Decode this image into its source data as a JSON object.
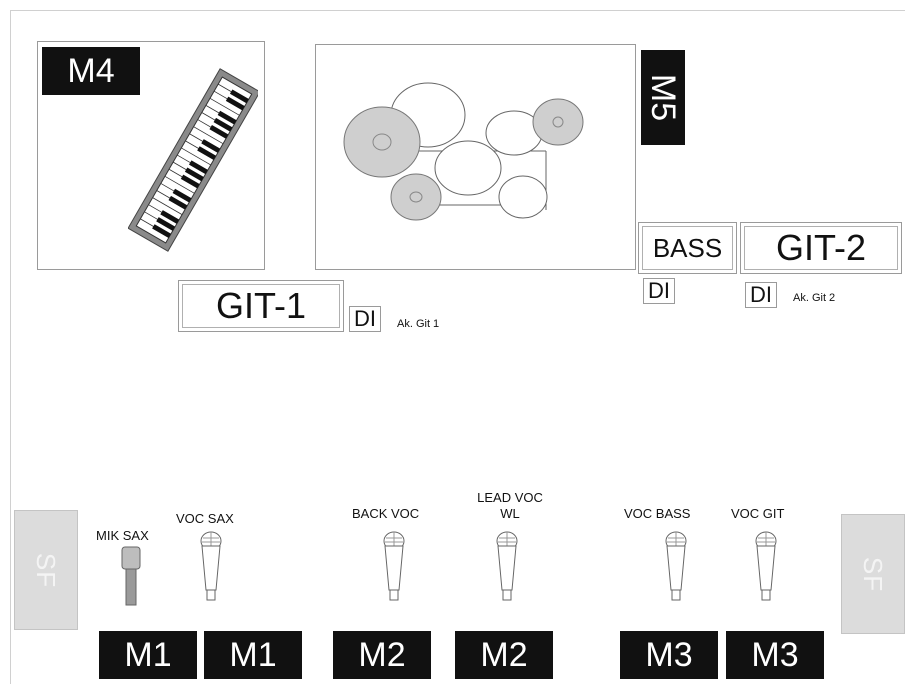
{
  "monitors": {
    "m4": "M4",
    "m5": "M5",
    "m1_left": "M1",
    "m1_right": "M1",
    "m2_left": "M2",
    "m2_right": "M2",
    "m3_left": "M3",
    "m3_right": "M3"
  },
  "instruments": {
    "bass": "BASS",
    "bass_di": "DI",
    "git2": "GIT-2",
    "git2_di": "DI",
    "git2_note": "Ak. Git 2",
    "git1": "GIT-1",
    "git1_di": "DI",
    "git1_note": "Ak. Git 1"
  },
  "mics": {
    "mik_sax": "MIK SAX",
    "voc_sax": "VOC SAX",
    "back_voc": "BACK VOC",
    "lead_voc_line1": "LEAD VOC",
    "lead_voc_line2": "WL",
    "voc_bass": "VOC BASS",
    "voc_git": "VOC GIT"
  },
  "sidefills": {
    "left": "SF",
    "right": "SF"
  },
  "colors": {
    "wedge_bg": "#111111",
    "cymbal": "#cfcfcf",
    "sidefill": "#dcdcdc"
  }
}
